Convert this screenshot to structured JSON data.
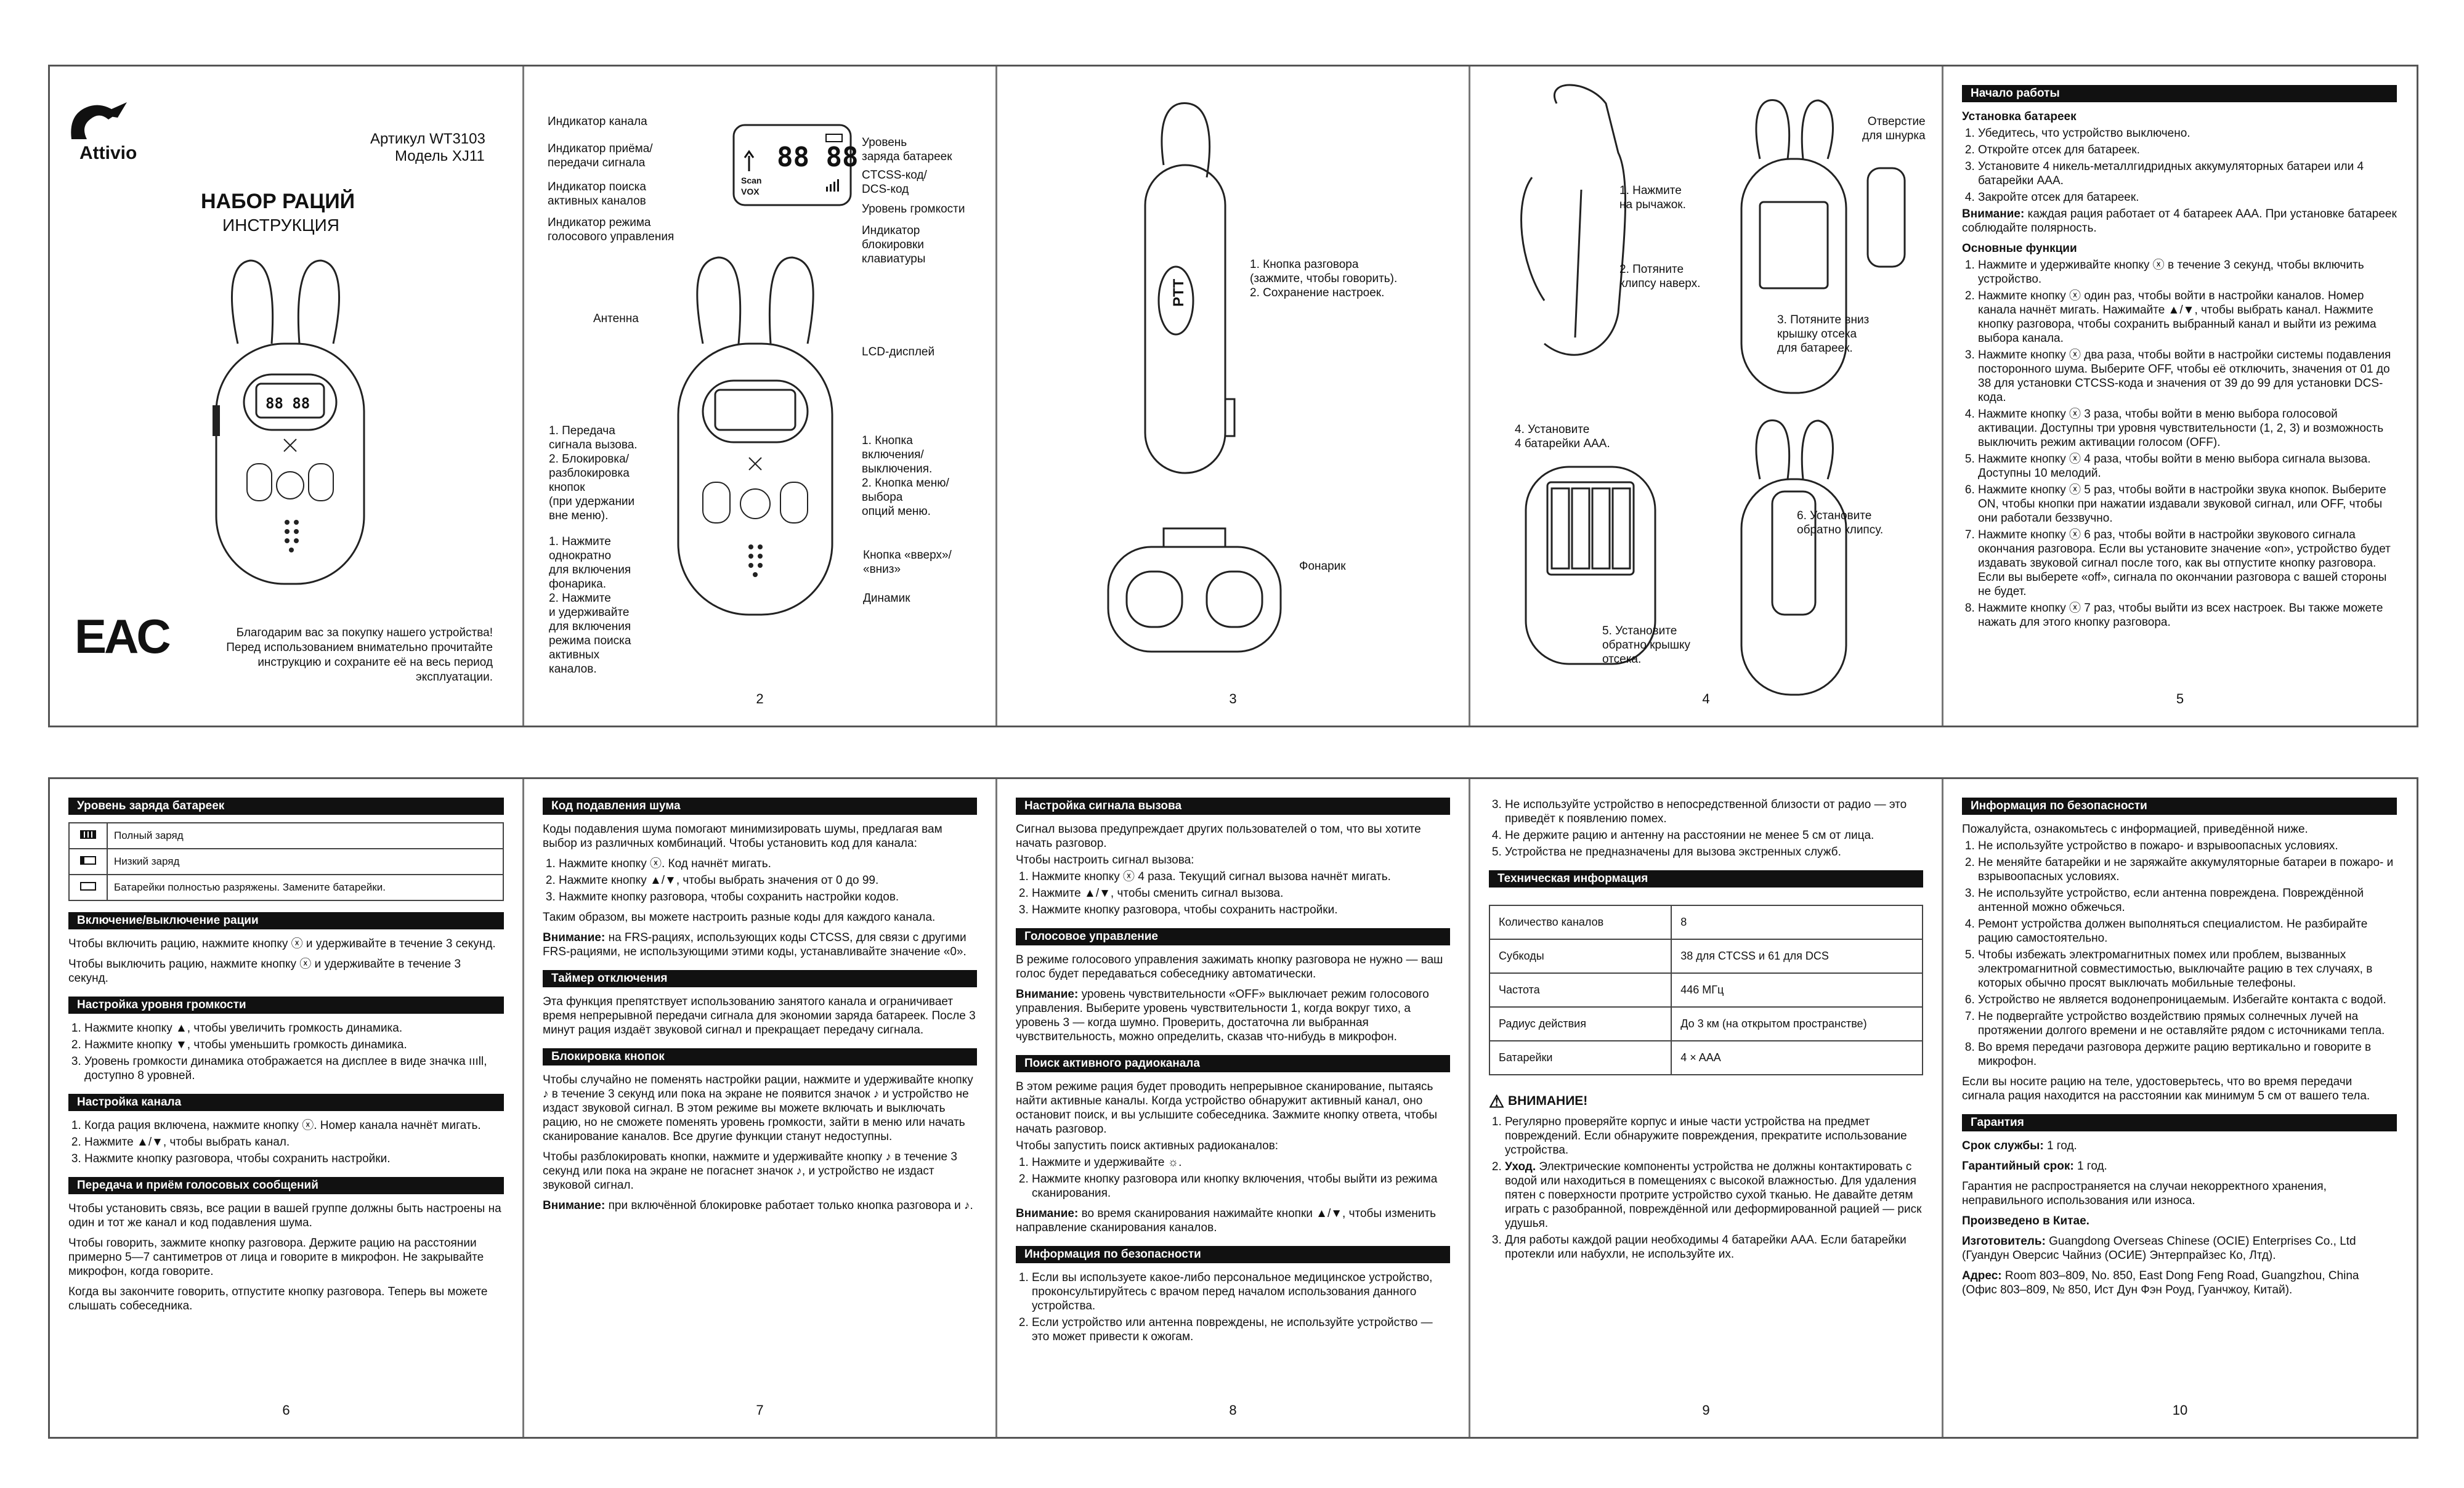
{
  "panel1": {
    "brand": "Attivio",
    "article": "Артикул WT3103",
    "model": "Модель XJ11",
    "title": "НАБОР РАЦИЙ",
    "subtitle": "ИНСТРУКЦИЯ",
    "eac": "EAC",
    "thanks_1": "Благодарим вас за покупку нашего устройства!",
    "thanks_2": "Перед использованием внимательно прочитайте",
    "thanks_3": "инструкцию и сохраните её на весь период",
    "thanks_4": "эксплуатации.",
    "lcd": "88 88"
  },
  "panel2": {
    "ind_channel": "Индикатор канала",
    "ind_rx1": "Индикатор приёма/",
    "ind_rx2": "передачи сигнала",
    "ind_scan1": "Индикатор поиска",
    "ind_scan2": "активных каналов",
    "ind_vox1": "Индикатор режима",
    "ind_vox2": "голосового управления",
    "battery1": "Уровень",
    "battery2": "заряда батареек",
    "ctcss1": "CTCSS-код/",
    "ctcss2": "DCS-код",
    "volume": "Уровень громкости",
    "lock1": "Индикатор",
    "lock2": "блокировки",
    "lock3": "клавиатуры",
    "scan_label": "Scan",
    "vox_label": "VOX",
    "lcd": "88 88",
    "antenna": "Антенна",
    "lcd_display": "LCD-дисплей",
    "ptt1": "1. Передача",
    "ptt2": "сигнала вызова.",
    "ptt3": "2. Блокировка/",
    "ptt4": "разблокировка",
    "ptt5": "кнопок",
    "ptt6": "(при удержании",
    "ptt7": "вне меню).",
    "power1": "1. Кнопка",
    "power2": "включения/",
    "power3": "выключения.",
    "power4": "2. Кнопка меню/",
    "power5": "выбора",
    "power6": "опций меню.",
    "left1": "1. Нажмите",
    "left2": "однократно",
    "left3": "для включения",
    "left4": "фонарика.",
    "left5": "2. Нажмите",
    "left6": "и удерживайте",
    "left7": "для включения",
    "left8": "режима поиска",
    "left9": "активных",
    "left10": "каналов.",
    "updown1": "Кнопка «вверх»/",
    "updown2": "«вниз»",
    "speaker": "Динамик",
    "page": "2"
  },
  "panel3": {
    "ptt_label": "PTT",
    "call1": "1. Кнопка разговора",
    "call2": "(зажмите, чтобы говорить).",
    "call3": "2. Сохранение настроек.",
    "flashlight": "Фонарик",
    "page": "3"
  },
  "panel4": {
    "hole1": "Отверстие",
    "hole2": "для шнурка",
    "s1a": "1. Нажмите",
    "s1b": "на рычажок.",
    "s2a": "2. Потяните",
    "s2b": "клипсу наверх.",
    "s3a": "3. Потяните вниз",
    "s3b": "крышку отсека",
    "s3c": "для батареек.",
    "s4a": "4. Установите",
    "s4b": "4 батарейки AAA.",
    "s5a": "5. Установите",
    "s5b": "обратно крышку",
    "s5c": "отсека.",
    "s6a": "6. Установите",
    "s6b": "обратно клипсу.",
    "page": "4"
  },
  "panel5": {
    "header": "Начало работы",
    "sub1": "Установка батареек",
    "i1": "Убедитесь, что устройство выключено.",
    "i2": "Откройте отсек для батареек.",
    "i3": "Установите 4 никель-металлгидридных аккумуляторных батареи или 4 батарейки AAA.",
    "i4": "Закройте отсек для батареек.",
    "att_b": "Внимание:",
    "att": " каждая рация работает от 4 батареек AAA. При установке батареек соблюдайте полярность.",
    "sub2": "Основные функции",
    "f1": "Нажмите и удерживайте кнопку ⓧ в течение 3 секунд, чтобы включить устройство.",
    "f2": "Нажмите кнопку ⓧ один раз, чтобы войти в настройки каналов. Номер канала начнёт мигать. Нажимайте ▲/▼, чтобы выбрать канал. Нажмите кнопку разговора, чтобы сохранить выбранный канал и выйти из режима выбора канала.",
    "f3": "Нажмите кнопку ⓧ два раза, чтобы войти в настройки системы подавления посторонного шума. Выберите OFF, чтобы её отключить, значения от 01 до 38 для установки CTCSS-кода и значения от 39 до 99 для установки DCS-кода.",
    "f4": "Нажмите кнопку ⓧ 3 раза, чтобы войти в меню выбора голосовой активации. Доступны три уровня чувствительности (1, 2, 3) и возможность выключить режим активации голосом (OFF).",
    "f5": "Нажмите кнопку ⓧ 4 раза, чтобы войти в меню выбора сигнала вызова. Доступны 10 мелодий.",
    "f6": "Нажмите кнопку ⓧ 5 раз, чтобы войти в настройки звука кнопок. Выберите ON, чтобы кнопки при нажатии издавали звуковой сигнал, или OFF, чтобы они работали беззвучно.",
    "f7": "Нажмите кнопку ⓧ 6 раз, чтобы войти в настройки звукового сигнала окончания разговора. Если вы установите значение «on», устройство будет издавать звуковой сигнал после того, как вы отпустите кнопку разговора. Если вы выберете «off», сигнала по окончании разговора с вашей стороны не будет.",
    "f8": "Нажмите кнопку ⓧ 7 раз, чтобы выйти из всех настроек. Вы также можете нажать для этого кнопку разговора.",
    "page": "5"
  },
  "panel6": {
    "h_battery": "Уровень заряда батареек",
    "b_full": "Полный заряд",
    "b_low": "Низкий заряд",
    "b_empty": "Батарейки полностью разряжены. Замените батарейки.",
    "h_power": "Включение/выключение рации",
    "p_on": "Чтобы включить рацию, нажмите кнопку ⓧ и удерживайте в течение 3 секунд.",
    "p_off": "Чтобы выключить рацию, нажмите кнопку ⓧ и удерживайте в течение 3 секунд.",
    "h_volume": "Настройка уровня громкости",
    "v1": "Нажмите кнопку ▲, чтобы увеличить громкость динамика.",
    "v2": "Нажмите кнопку ▼, чтобы уменьшить громкость динамика.",
    "v3": "Уровень громкости динамика отображается на дисплее в виде значка ıııll, доступно 8 уровней.",
    "h_channel": "Настройка канала",
    "c1": "Когда рация включена, нажмите кнопку ⓧ. Номер канала начнёт мигать.",
    "c2": "Нажмите ▲/▼, чтобы выбрать канал.",
    "c3": "Нажмите кнопку разговора, чтобы сохранить настройки.",
    "h_voice": "Передача и приём голосовых сообщений",
    "m1": "Чтобы установить связь, все рации в вашей группе должны быть настроены на один и тот же канал и код подавления шума.",
    "m2": "Чтобы говорить, зажмите кнопку разговора. Держите рацию на расстоянии примерно 5—7 сантиметров от лица и говорите в микрофон. Не закрывайте микрофон, когда говорите.",
    "m3": "Когда вы закончите говорить, отпустите кнопку разговора. Теперь вы можете слышать собеседника.",
    "page": "6"
  },
  "panel7": {
    "h_squelch": "Код подавления шума",
    "s0": "Коды подавления шума помогают минимизировать шумы, предлагая вам выбор из различных комбинаций. Чтобы установить код для канала:",
    "s1": "Нажмите кнопку ⓧ. Код начнёт мигать.",
    "s2": "Нажмите кнопку ▲/▼, чтобы выбрать значения от 0 до 99.",
    "s3": "Нажмите кнопку разговора, чтобы сохранить настройки кодов.",
    "s4": "Таким образом, вы можете настроить разные коды для каждого канала.",
    "s_att_b": "Внимание:",
    "s_att": " на FRS-рациях, использующих коды CTCSS, для связи с другими FRS-рациями, не использующими этими коды, устанавливайте значение «0».",
    "h_timer": "Таймер отключения",
    "tm": "Эта функция препятствует использованию занятого канала и ограничивает время непрерывной передачи сигнала для экономии заряда батареек. После 3 минут рация издаёт звуковой сигнал и прекращает передачу сигнала.",
    "h_lock": "Блокировка кнопок",
    "l1": "Чтобы случайно не поменять настройки рации, нажмите и удерживайте кнопку ♪ в течение 3 секунд или пока на экране не появится значок ♪ и устройство не издаст звуковой сигнал. В этом режиме вы можете включать и выключать рацию, но не сможете поменять уровень громкости, зайти в меню или начать сканирование каналов. Все другие функции станут недоступны.",
    "l2": "Чтобы разблокировать кнопки, нажмите и удерживайте кнопку ♪ в течение 3 секунд или пока на экране не погаснет значок ♪, и устройство не издаст звуковой сигнал.",
    "l_att_b": "Внимание:",
    "l_att": " при включённой блокировке работает только кнопка разговора и ♪.",
    "page": "7"
  },
  "panel8": {
    "h_call": "Настройка сигнала вызова",
    "c0": "Сигнал вызова предупреждает других пользователей о том, что вы хотите начать разговор.",
    "c0b": "Чтобы настроить сигнал вызова:",
    "c1": "Нажмите кнопку ⓧ 4 раза. Текущий сигнал вызова начнёт мигать.",
    "c2": "Нажмите ▲/▼, чтобы сменить сигнал вызова.",
    "c3": "Нажмите кнопку разговора, чтобы сохранить настройки.",
    "h_vox": "Голосовое управление",
    "v0": "В режиме голосового управления зажимать кнопку разговора не нужно — ваш голос будет передаваться собеседнику автоматически.",
    "v_att_b": "Внимание:",
    "v_att": " уровень чувствительности «OFF» выключает режим голосового управления. Выберите уровень чувствительности 1, когда вокруг тихо, а уровень 3 — когда шумно. Проверить, достаточна ли выбранная чувствительность, можно определить, сказав что-нибудь в микрофон.",
    "h_scan": "Поиск активного радиоканала",
    "sc0": "В этом режиме рация будет проводить непрерывное сканирование, пытаясь найти активные каналы. Когда устройство обнаружит активный канал, оно остановит поиск, и вы услышите собеседника. Зажмите кнопку ответа, чтобы начать разговор.",
    "sc0b": "Чтобы запустить поиск активных радиоканалов:",
    "sc1": "Нажмите и удерживайте ☼.",
    "sc2": "Нажмите кнопку разговора или кнопку включения, чтобы выйти из режима сканирования.",
    "sc_att_b": "Внимание:",
    "sc_att": " во время сканирования нажимайте кнопки ▲/▼, чтобы изменить направление сканирования каналов.",
    "h_safety": "Информация по безопасности",
    "sf1": "Если вы используете какое-либо персональное медицинское устройство, проконсультируйтесь с врачом перед началом использования данного устройства.",
    "sf2": "Если устройство или антенна повреждены, не используйте устройство — это может привести к ожогам.",
    "page": "8"
  },
  "panel9": {
    "i3": "Не используйте устройство в непосредственной близости от радио — это приведёт к появлению помех.",
    "i4": "Не держите рацию и антенну на расстоянии не менее 5 см от лица.",
    "i5": "Устройства не предназначены для вызова экстренных служб.",
    "h_tech": "Техническая информация",
    "r1k": "Количество каналов",
    "r1v": "8",
    "r2k": "Субкоды",
    "r2v": "38 для CTCSS и 61 для DCS",
    "r3k": "Частота",
    "r3v": "446 МГц",
    "r4k": "Радиус действия",
    "r4v": "До 3 км (на открытом пространстве)",
    "r5k": "Батарейки",
    "r5v": "4 × AAA",
    "warn": "ВНИМАНИЕ!",
    "w1": "Регулярно проверяйте корпус и иные части устройства на предмет повреждений. Если обнаружите повреждения, прекратите использование устройства.",
    "w2b": "Уход.",
    "w2": " Электрические компоненты устройства не должны контактировать с водой или находиться в помещениях с высокой влажностью. Для удаления пятен с поверхности протрите устройство сухой тканью. Не давайте детям играть с разобранной, повреждённой или деформированной рацией — риск удушья.",
    "w3": "Для работы каждой рации необходимы 4 батарейки AAA. Если батарейки протекли или набухли, не используйте их.",
    "page": "9"
  },
  "panel10": {
    "h_safety": "Информация по безопасности",
    "intro": "Пожалуйста, ознакомьтесь с информацией, приведённой ниже.",
    "s1": "Не используйте устройство в пожаро- и взрывоопасных условиях.",
    "s2": "Не меняйте батарейки и не заряжайте аккумуляторные батареи в пожаро- и взрывоопасных условиях.",
    "s3": "Не используйте устройство, если антенна повреждена. Повреждённой антенной можно обжечься.",
    "s4": "Ремонт устройства должен выполняться специалистом. Не разбирайте рацию самостоятельно.",
    "s5": "Чтобы избежать электромагнитных помех или проблем, вызванных электромагнитной совместимостью, выключайте рацию в тех случаях, в которых обычно просят выключать мобильные телефоны.",
    "s6": "Устройство не является водонепроницаемым. Избегайте контакта с водой.",
    "s7": "Не подвергайте устройство воздействию прямых солнечных лучей на протяжении долгого времени и не оставляйте рядом с источниками тепла.",
    "s8": "Во время передачи разговора держите рацию вертикально и говорите в микрофон.",
    "s9": "Если вы носите рацию на теле, удостоверьтесь, что во время передачи сигнала рация находится на расстоянии как минимум 5 см от вашего тела.",
    "h_warranty": "Гарантия",
    "life_b": "Срок службы:",
    "life": " 1 год.",
    "warr_b": "Гарантийный срок:",
    "warr": " 1 год.",
    "warr_note": "Гарантия не распространяется на случаи некорректного хранения, неправильного использования или износа.",
    "made": "Произведено в Китае.",
    "maker_b": "Изготовитель:",
    "maker": " Guangdong Overseas Chinese (OCIE) Enterprises Co., Ltd (Гуандун Оверсис Чайниз (ОСИЕ) Энтерпрайзес Ко, Лтд).",
    "addr_b": "Адрес:",
    "addr": " Room 803–809, No. 850, East Dong Feng Road, Guangzhou, China (Офис 803–809, № 850, Ист Дун Фэн Роуд, Гуанчжоу, Китай).",
    "page": "10"
  }
}
